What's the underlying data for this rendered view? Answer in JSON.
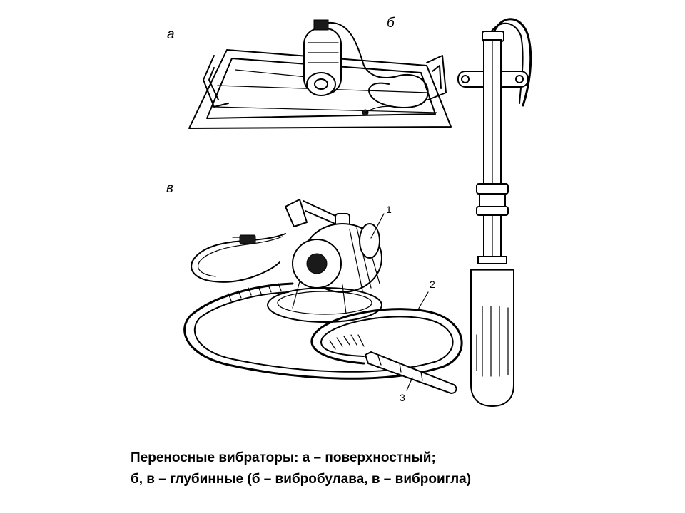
{
  "labels": {
    "panel_a": "а",
    "panel_b": "б",
    "panel_v": "в",
    "part_1": "1",
    "part_2": "2",
    "part_3": "3"
  },
  "caption": {
    "line1": "Переносные вибраторы: а – поверхностный;",
    "line2": "б, в – глубинные (б – вибробулава,  в – виброигла)"
  }
}
